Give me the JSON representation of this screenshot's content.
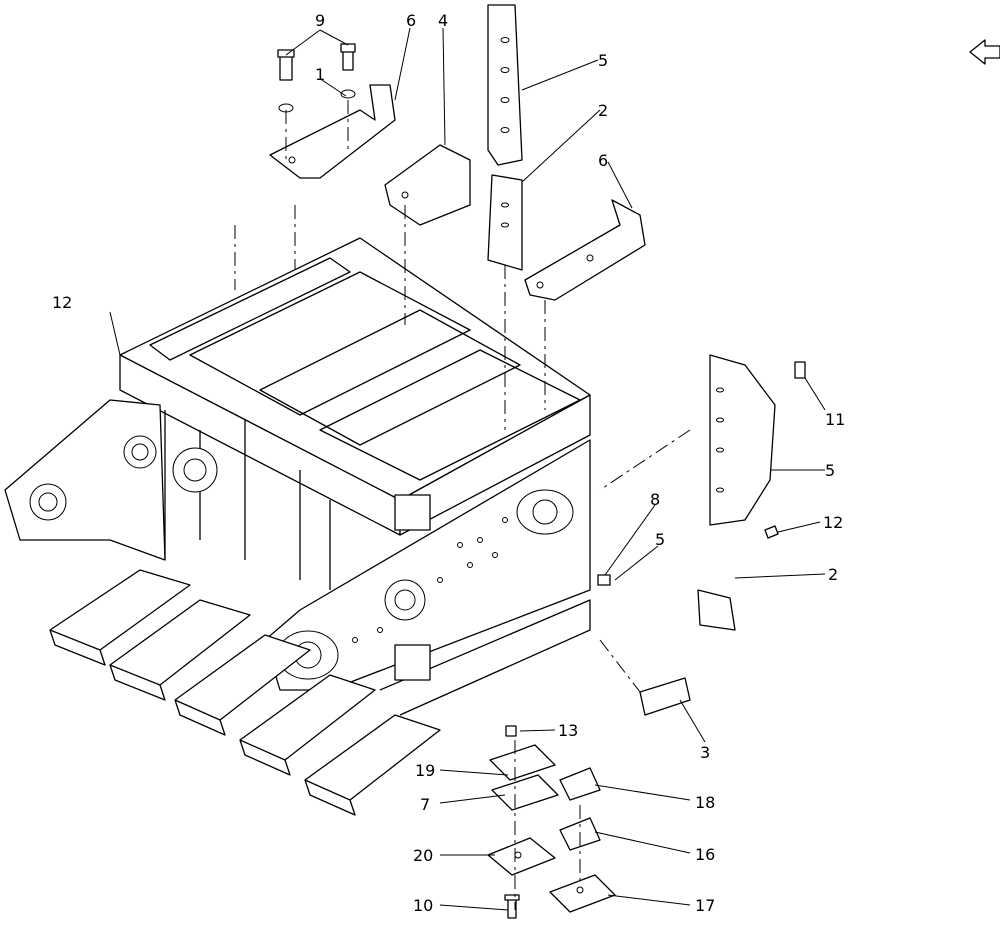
{
  "callouts": {
    "c9": "9",
    "c6a": "6",
    "c4": "4",
    "c5a": "5",
    "c1": "1",
    "c2a": "2",
    "c6b": "6",
    "c12a": "12",
    "c11": "11",
    "c5b": "5",
    "c12b": "12",
    "c8": "8",
    "c5c": "5",
    "c2b": "2",
    "c3": "3",
    "c13": "13",
    "c19": "19",
    "c18": "18",
    "c7": "7",
    "c20": "20",
    "c16": "16",
    "c10": "10",
    "c17": "17"
  },
  "icons": {
    "orientation_arrow": "direction-arrow-icon"
  }
}
